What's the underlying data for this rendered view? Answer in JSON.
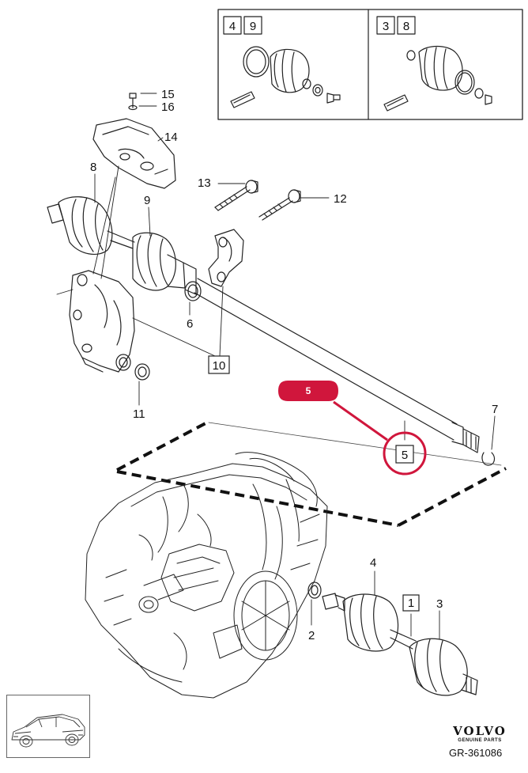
{
  "inset": {
    "left_parts": [
      "4",
      "9"
    ],
    "right_parts": [
      "3",
      "8"
    ]
  },
  "callouts": {
    "p15": "15",
    "p16": "16",
    "p14": "14",
    "p8": "8",
    "p9": "9",
    "p13": "13",
    "p12": "12",
    "p6": "6",
    "p10": "10",
    "p11": "11",
    "p7": "7",
    "p5": "5",
    "p4": "4",
    "p1": "1",
    "p3": "3",
    "p2": "2"
  },
  "highlight": {
    "label": "5",
    "color": "#d0163c"
  },
  "brand": {
    "name": "VOLVO",
    "sub": "GENUINE PARTS",
    "ref": "GR-361086"
  }
}
